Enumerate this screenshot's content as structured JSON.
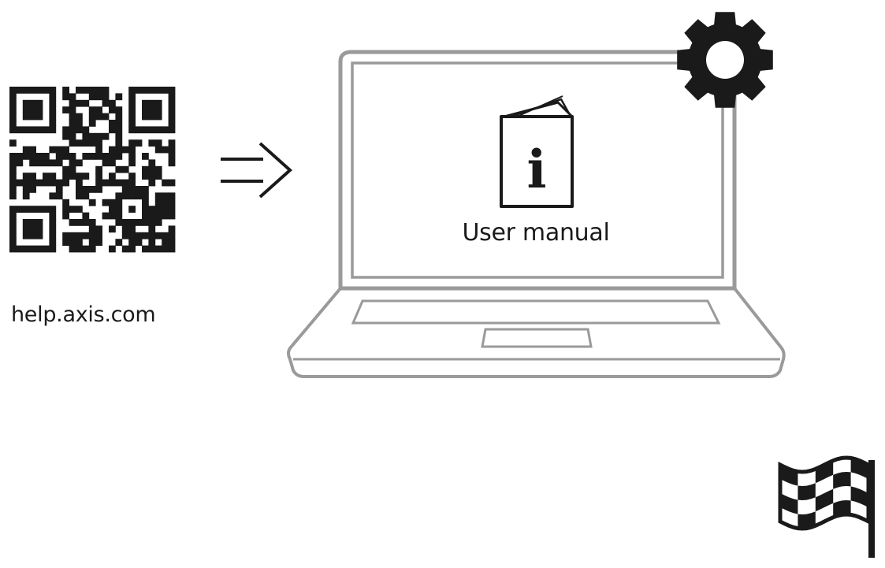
{
  "qr": {
    "url_label": "help.axis.com"
  },
  "laptop": {
    "screen_label": "User manual",
    "manual_glyph": "i"
  },
  "icons": {
    "qr": "qr-code-icon",
    "arrow": "arrow-right-icon",
    "laptop": "laptop-icon",
    "manual": "info-booklet-icon",
    "gear": "gear-icon",
    "flag": "checkered-flag-icon"
  },
  "colors": {
    "ink": "#1a1a1a",
    "outline": "#9a9a9a",
    "background": "#ffffff"
  }
}
